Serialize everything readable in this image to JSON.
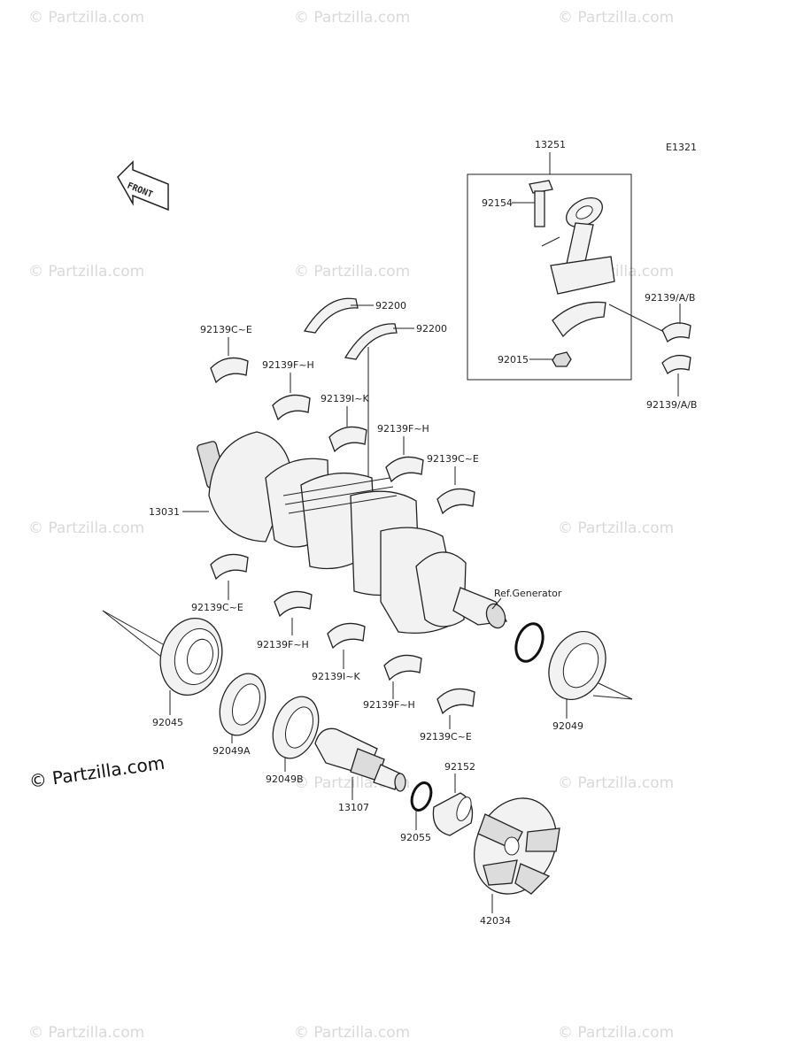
{
  "diagram_code": "E1321",
  "front_label": "FRONT",
  "watermark": "© Partzilla.com",
  "callouts": {
    "conrod": "13251",
    "conrod_bolt": "92154",
    "conrod_nut": "92015",
    "conrod_bearing_upper": "92139/A/B",
    "conrod_bearing_lower": "92139/A/B",
    "thrust_washer_1": "92200",
    "thrust_washer_2": "92200",
    "bearing_ce_top": "92139C~E",
    "bearing_fh_top_left": "92139F~H",
    "bearing_ik_top": "92139I~K",
    "bearing_fh_top_mid": "92139F~H",
    "bearing_ce_top_right": "92139C~E",
    "crankshaft": "13031",
    "bearing_ce_bottom_left": "92139C~E",
    "bearing_fh_bottom_left": "92139F~H",
    "bearing_ik_bottom": "92139I~K",
    "bearing_fh_bottom_right": "92139F~H",
    "bearing_ce_bottom_right": "92139C~E",
    "ref_generator": "Ref.Generator",
    "ball_bearing": "92045",
    "oil_seal_a": "92049A",
    "oil_seal_b": "92049B",
    "oil_seal": "92049",
    "coupling_shaft": "13107",
    "o_ring": "92055",
    "collar": "92152",
    "coupling": "42034"
  }
}
